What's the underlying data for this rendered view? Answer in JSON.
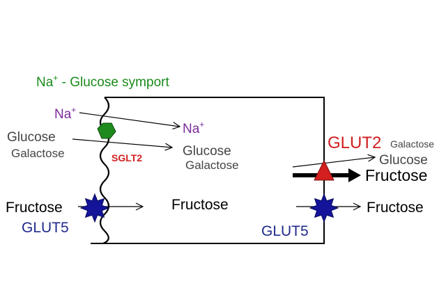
{
  "symport_label": {
    "base": "Na",
    "sup": "+",
    "rest": " - Glucose symport"
  },
  "na_outside": {
    "base": "Na",
    "sup": "+"
  },
  "na_inside": {
    "base": "Na",
    "sup": "+"
  },
  "glucose_outside": "Glucose",
  "galactose_outside": "Galactose",
  "sglt2_label": "SGLT2",
  "glucose_inside": "Glucose",
  "galactose_inside": "Galactose",
  "fructose_outside": "Fructose",
  "glut5_apical_label": "GLUT5",
  "fructose_inside": "Fructose",
  "glut2_label": "GLUT2",
  "glut2_galactose": "Galactose",
  "glut2_glucose": "Glucose",
  "glut2_fructose": "Fructose",
  "glut5_basal_fructose": "Fructose",
  "glut5_basal_label": "GLUT5",
  "colors": {
    "green_label": "#1a8a1a",
    "purple": "#7a2a9a",
    "gray_text": "#444444",
    "sglt2_red": "#d11f1f",
    "navy": "#1f2a8c",
    "hexagon_fill": "#1e8a1e",
    "triangle_fill": "#d41f1f",
    "star_fill": "#14149a"
  }
}
